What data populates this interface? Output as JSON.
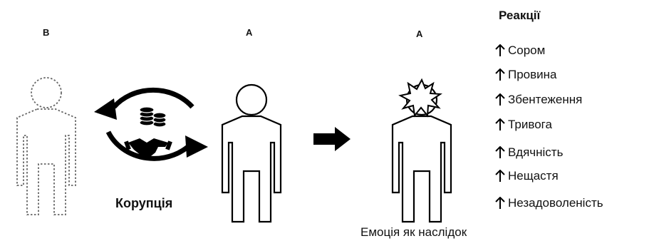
{
  "figure": {
    "person_b_label": "B",
    "person_a_label": "A",
    "person_a2_label": "A",
    "corruption_label": "Корупція",
    "consequence_label": "Емоція як наслідок",
    "reactions_title": "Реакції",
    "reactions": [
      {
        "label": "Сором",
        "icon": "arrow-up-icon"
      },
      {
        "label": "Провина",
        "icon": "arrow-up-icon"
      },
      {
        "label": "Збентеження",
        "icon": "arrow-up-icon"
      },
      {
        "label": "Тривога",
        "icon": "arrow-up-icon"
      },
      {
        "label": "Вдячність",
        "icon": "arrow-up-icon"
      },
      {
        "label": "Нещастя",
        "icon": "arrow-up-icon"
      },
      {
        "label": "Незадоволеність",
        "icon": "arrow-up-icon"
      }
    ]
  }
}
